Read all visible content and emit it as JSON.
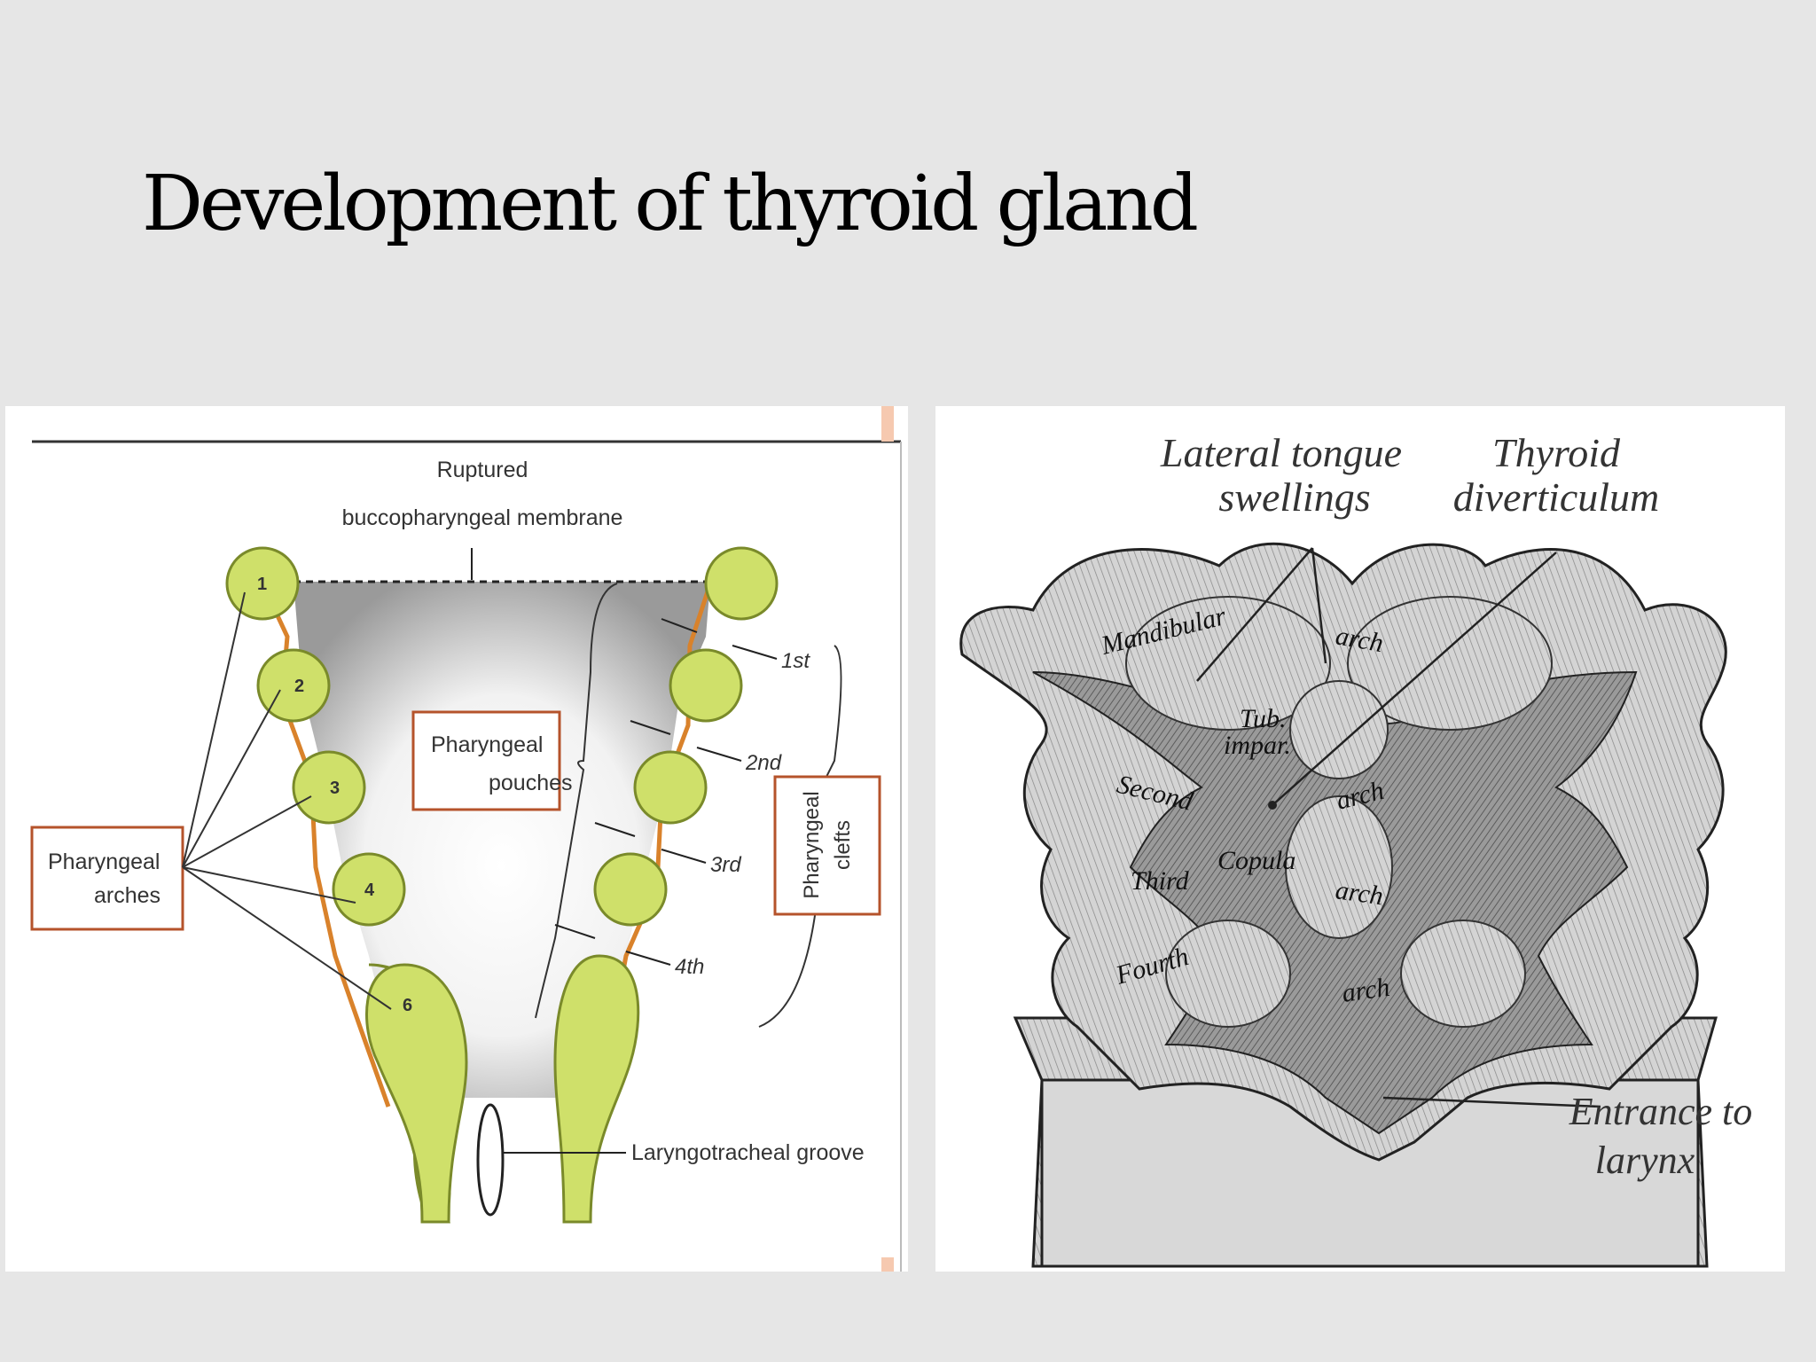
{
  "title": "Development of thyroid gland",
  "left_diagram": {
    "ruptured_label_1": "Ruptured",
    "ruptured_label_2": "buccopharyngeal membrane",
    "arch_numbers": [
      "1",
      "2",
      "3",
      "4",
      "6"
    ],
    "arches_label_1": "Pharyngeal",
    "arches_label_2": "arches",
    "pouches_label_1": "Pharyngeal",
    "pouches_label_2": "pouches",
    "clefts_label_1": "Pharyngeal",
    "clefts_label_2": "clefts",
    "cleft_numbers": [
      "1st",
      "2nd",
      "3rd",
      "4th"
    ],
    "groove_label": "Laryngotracheal groove",
    "colors": {
      "arch_fill": "#cfe06a",
      "arch_stroke": "#7a8a2a",
      "label_box": "#b5532b",
      "lining": "#d9822b"
    }
  },
  "right_diagram": {
    "lateral_label_1": "Lateral tongue",
    "lateral_label_2": "swellings",
    "thyroid_label_1": "Thyroid",
    "thyroid_label_2": "diverticulum",
    "mandibular_label": "Mandibular",
    "arch_word": "arch",
    "tub_label_1": "Tub.",
    "tub_label_2": "impar.",
    "second_label": "Second",
    "third_label": "Third",
    "copula_label": "Copula",
    "fourth_label": "Fourth",
    "entrance_label_1": "Entrance to",
    "entrance_label_2": "larynx"
  }
}
